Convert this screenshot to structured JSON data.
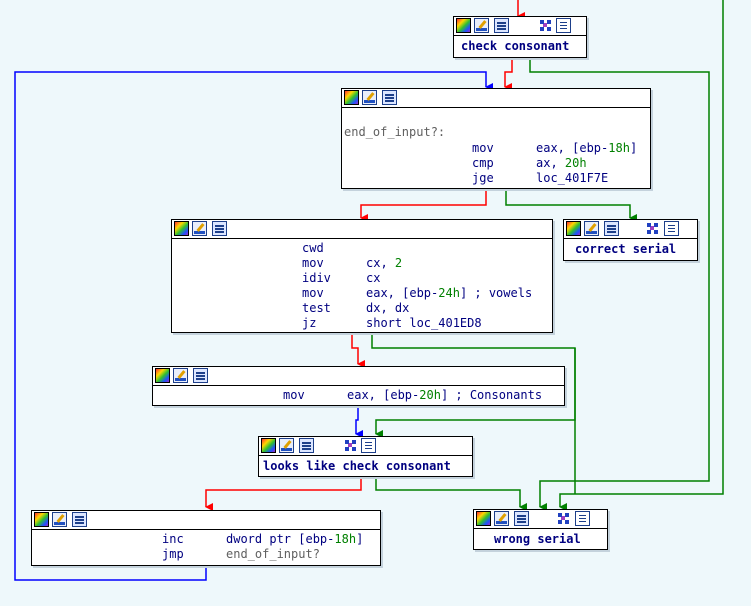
{
  "blocks": {
    "check_consonant": {
      "title": "check consonant"
    },
    "end_of_input": {
      "label": "end_of_input?:",
      "lines": [
        {
          "mnem": "mov",
          "op": "eax, [ebp-",
          "num": "18h",
          "tail": "]"
        },
        {
          "mnem": "cmp",
          "op": "ax, ",
          "num": "20h",
          "tail": ""
        },
        {
          "mnem": "jge",
          "op": "loc_401F7E",
          "num": "",
          "tail": ""
        }
      ]
    },
    "correct_serial": {
      "title": "correct serial"
    },
    "cwd_block": {
      "lines": [
        {
          "mnem": "cwd",
          "op": "",
          "num": "",
          "tail": ""
        },
        {
          "mnem": "mov",
          "op": "cx, ",
          "num": "2",
          "tail": ""
        },
        {
          "mnem": "idiv",
          "op": "cx",
          "num": "",
          "tail": ""
        },
        {
          "mnem": "mov",
          "op": "eax, [ebp-",
          "num": "24h",
          "tail": "] ; vowels"
        },
        {
          "mnem": "test",
          "op": "dx, dx",
          "num": "",
          "tail": ""
        },
        {
          "mnem": "jz",
          "op": "short loc_401ED8",
          "num": "",
          "tail": ""
        }
      ]
    },
    "mov_consonants": {
      "mnem": "mov",
      "op": "eax, [ebp-",
      "num": "20h",
      "tail": "] ; Consonants"
    },
    "looks_like": {
      "title": "looks like check consonant"
    },
    "inc_block": {
      "lines": [
        {
          "mnem": "inc",
          "op": "dword ptr [ebp-",
          "num": "18h",
          "tail": "]"
        },
        {
          "mnem": "jmp",
          "op": "end_of_input?",
          "num": "",
          "tail": ""
        }
      ]
    },
    "wrong_serial": {
      "title": "wrong serial"
    }
  },
  "icons": {
    "graph": "graph-color-icon",
    "edit": "edit-color-icon",
    "xref": "xref-list-icon",
    "group": "group-nodes-icon",
    "list": "node-list-icon"
  },
  "colors": {
    "background": "#eef8fb",
    "edge_true": "#008000",
    "edge_false": "#ff0000",
    "edge_uncond": "#0000ff",
    "text": "#000080",
    "number": "#008000",
    "label": "#606060"
  }
}
